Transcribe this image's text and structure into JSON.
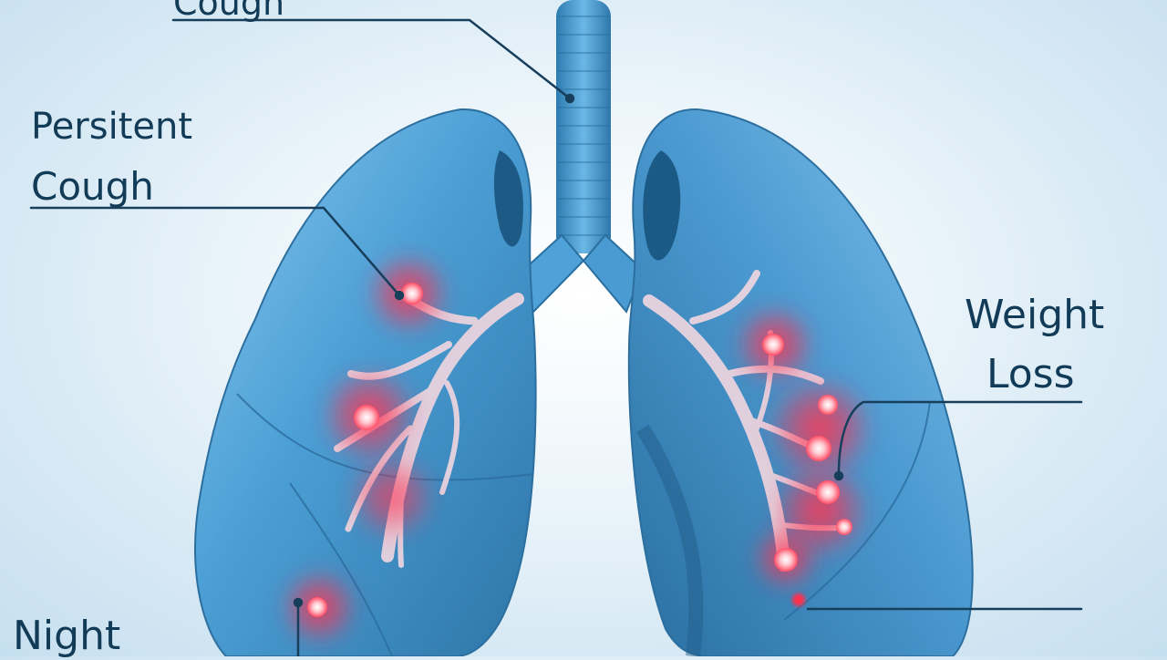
{
  "labels": {
    "top_cough": "Cough",
    "persistent_line1": "Persitent",
    "persistent_line2": "Cough",
    "weight_line1": "Weight",
    "weight_line2": "Loss",
    "night": "Night"
  },
  "colors": {
    "background_center": "#ffffff",
    "background_edge": "#c6dff0",
    "lung_light": "#6fb6e4",
    "lung_mid": "#3d8fc7",
    "lung_dark": "#1d5f8d",
    "trachea": "#4aa0d6",
    "inflammation": "#ff2f4e",
    "leader_line": "#173f5c",
    "text": "#123b57"
  },
  "icons": {
    "organ": "lungs-icon",
    "markers": "inflammation-spot-icon"
  }
}
